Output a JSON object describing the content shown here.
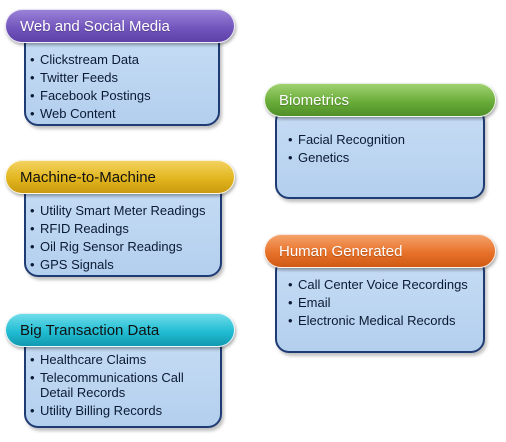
{
  "colors": {
    "web": "#7a5cc1",
    "m2m": "#e0b31a",
    "transaction": "#17b7cf",
    "biometrics": "#6aad3a",
    "human": "#e8722a",
    "body_fill": "#c6dcf4",
    "body_border": "#1f3b73"
  },
  "bullet": "•",
  "groups": {
    "web": {
      "title": "Web and Social Media",
      "items": [
        "Clickstream Data",
        "Twitter Feeds",
        "Facebook Postings",
        "Web Content"
      ]
    },
    "m2m": {
      "title": "Machine-to-Machine",
      "items": [
        "Utility Smart Meter Readings",
        "RFID Readings",
        "Oil Rig Sensor Readings",
        "GPS Signals"
      ]
    },
    "transaction": {
      "title": "Big Transaction Data",
      "items": [
        "Healthcare Claims",
        "Telecommunications Call Detail Records",
        "Utility Billing Records"
      ]
    },
    "biometrics": {
      "title": "Biometrics",
      "items": [
        "Facial Recognition",
        "Genetics"
      ]
    },
    "human": {
      "title": "Human Generated",
      "items": [
        "Call Center Voice Recordings",
        "Email",
        "Electronic Medical Records"
      ]
    }
  }
}
